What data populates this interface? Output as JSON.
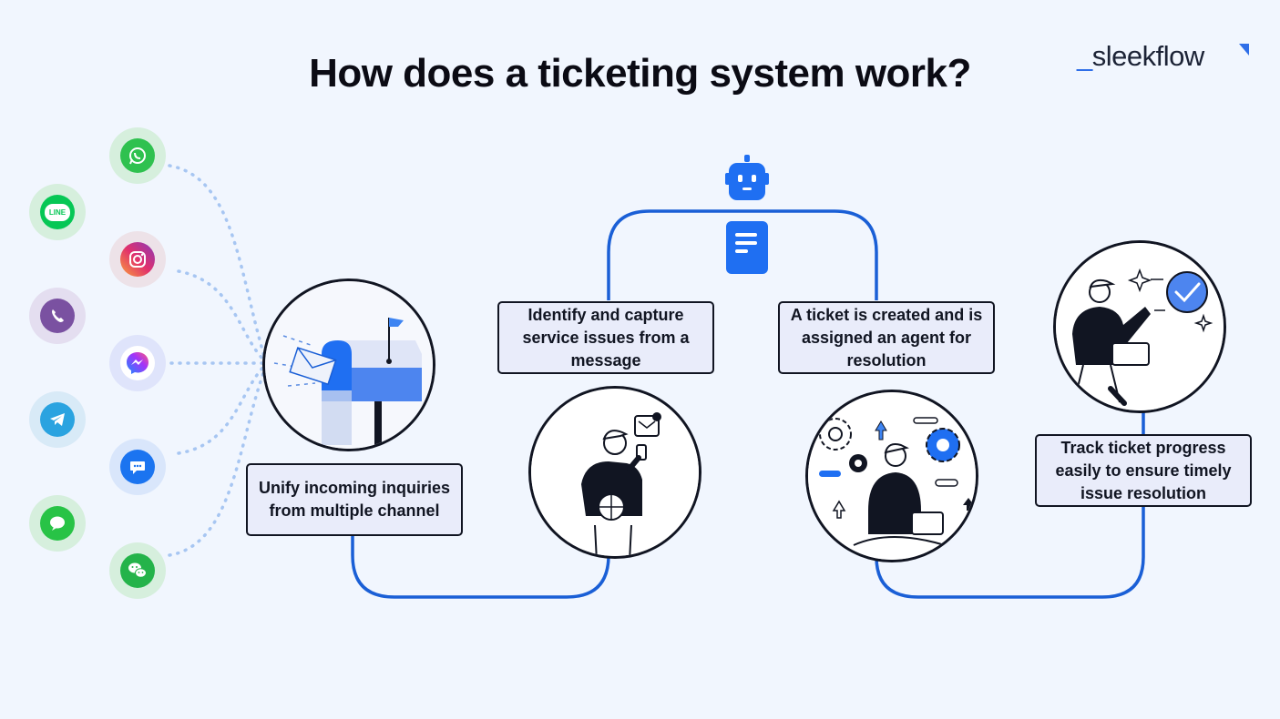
{
  "header": {
    "title": "How does a ticketing system work?",
    "logo_underscore": "_",
    "logo_text": "sleekflow"
  },
  "steps": [
    {
      "id": "unify",
      "text": "Unify incoming inquiries from multiple channel",
      "illustration": "mailbox-illustration"
    },
    {
      "id": "identify",
      "text": "Identify and capture service issues from a message",
      "illustration": "person-phone-illustration"
    },
    {
      "id": "create",
      "text": "A ticket is created and is assigned an agent for resolution",
      "illustration": "person-laptop-gears-illustration"
    },
    {
      "id": "track",
      "text": "Track ticket progress easily to ensure timely issue resolution",
      "illustration": "person-checkmark-illustration"
    }
  ],
  "channels": [
    {
      "name": "whatsapp-icon",
      "color": "#2fc14f",
      "ring": "#d6efdd"
    },
    {
      "name": "line-icon",
      "color": "#06c755",
      "ring": "#d6efdd",
      "text": "LINE"
    },
    {
      "name": "instagram-icon",
      "color": "#e1306c",
      "ring": "#ede2e8"
    },
    {
      "name": "viber-icon",
      "color": "#7a51a1",
      "ring": "#e4def0"
    },
    {
      "name": "messenger-icon",
      "color": "#7b5cff",
      "ring": "#dfe4fb"
    },
    {
      "name": "telegram-icon",
      "color": "#2aa3e0",
      "ring": "#d8eaf7"
    },
    {
      "name": "live-chat-icon",
      "color": "#1b74f0",
      "ring": "#d9e6fb"
    },
    {
      "name": "sms-icon",
      "color": "#28c346",
      "ring": "#d6efdd"
    },
    {
      "name": "wechat-icon",
      "color": "#24b34a",
      "ring": "#d6efdd"
    }
  ],
  "colors": {
    "background": "#f1f6fe",
    "flow_line": "#1a5fd6",
    "dotted_line": "#a7c6f2",
    "label_bg": "#e9ecfa",
    "accent": "#1f6ff2"
  },
  "icons": {
    "robot": "robot-icon",
    "document": "document-icon"
  }
}
